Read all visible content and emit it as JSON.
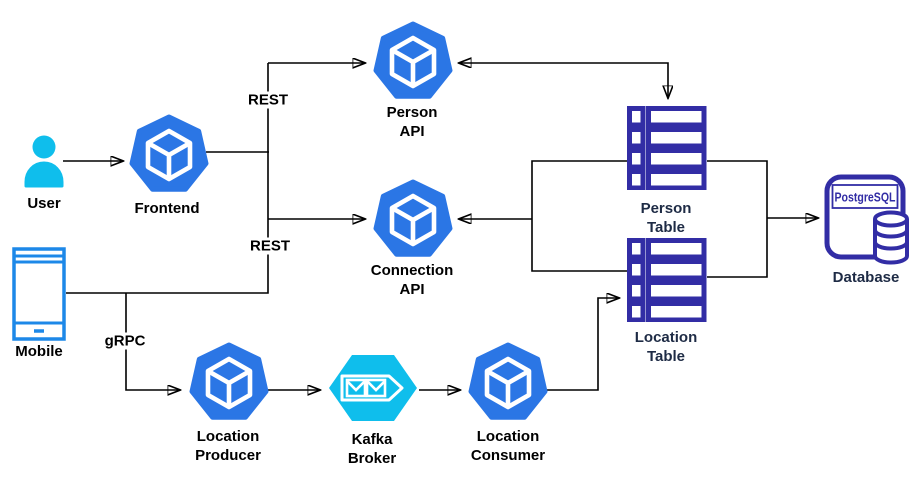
{
  "diagram": {
    "nodes": {
      "user": {
        "label": "User"
      },
      "frontend": {
        "label": "Frontend"
      },
      "person_api": {
        "label": "Person\nAPI"
      },
      "connection_api": {
        "label": "Connection\nAPI"
      },
      "mobile": {
        "label": "Mobile"
      },
      "location_producer": {
        "label": "Location\nProducer"
      },
      "kafka_broker": {
        "label": "Kafka\nBroker"
      },
      "location_consumer": {
        "label": "Location\nConsumer"
      },
      "person_table": {
        "label": "Person\nTable"
      },
      "location_table": {
        "label": "Location\nTable"
      },
      "database": {
        "label": "Database",
        "logo_text": "PostgreSQL"
      }
    },
    "edge_labels": {
      "rest_person_api": "REST",
      "rest_connection_api": "REST",
      "grpc": "gRPC"
    },
    "colors": {
      "kubernetes_blue": "#2B76E5",
      "cyan": "#0FBEEC",
      "mobile_blue": "#1D88E8",
      "indigo": "#322DA5",
      "label_navy": "#1E2B45",
      "wire": "#000000"
    }
  }
}
